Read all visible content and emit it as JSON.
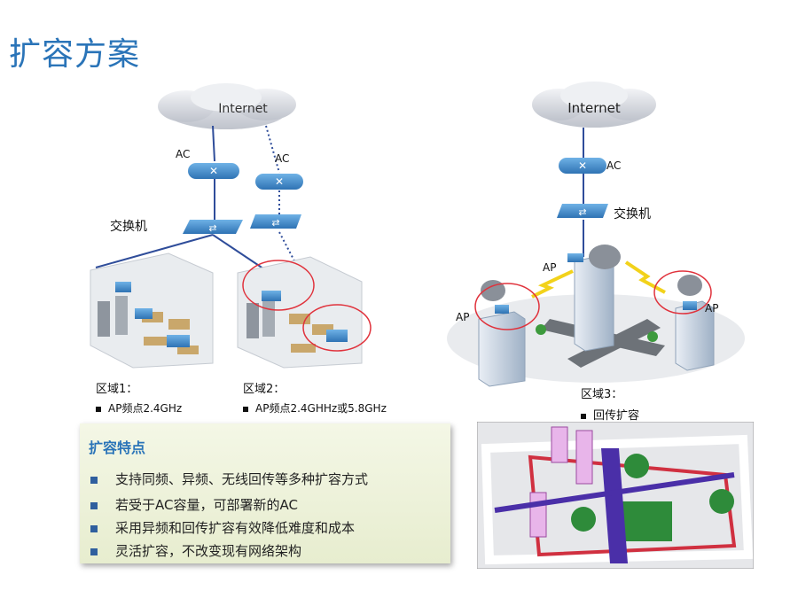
{
  "title": "扩容方案",
  "left_diagram": {
    "cloud_label": "Internet",
    "ac_label_1": "AC",
    "ac_label_2": "AC",
    "switch_label": "交换机",
    "zone1_title": "区域1：",
    "zone1_item": "AP频点2.4GHz",
    "zone2_title": "区域2：",
    "zone2_item": "AP频点2.4GHHz或5.8GHz"
  },
  "right_diagram": {
    "cloud_label": "Internet",
    "ac_label": "AC",
    "switch_label": "交换机",
    "ap_label_1": "AP",
    "ap_label_2": "AP",
    "ap_label_3": "AP",
    "zone3_title": "区域3：",
    "zone3_item": "回传扩容"
  },
  "features": {
    "title": "扩容特点",
    "items": [
      "支持同频、异频、无线回传等多种扩容方式",
      "若受于AC容量，可部署新的AC",
      "采用异频和回传扩容有效降低难度和成本",
      "灵活扩容，不改变现有网络架构"
    ]
  },
  "colors": {
    "title": "#2a74b8",
    "device_blue": "#3d86c6",
    "link_blue": "#2f4d9a",
    "highlight_red": "#e0323c",
    "map_green": "#2e8b3a",
    "map_purple": "#4a2fa8"
  }
}
